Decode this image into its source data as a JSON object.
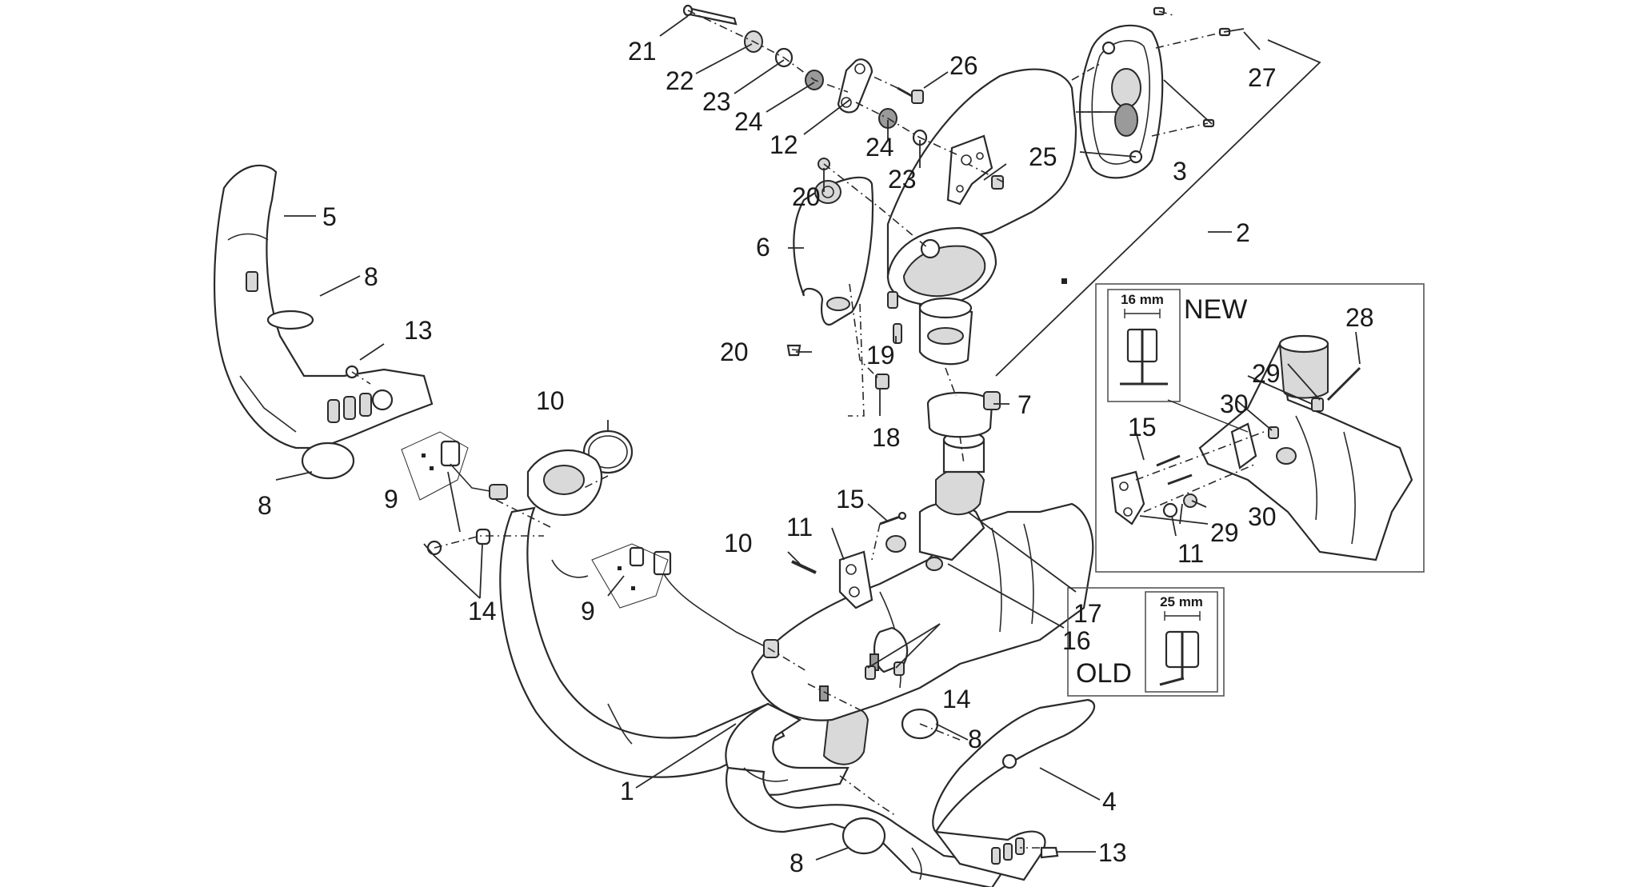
{
  "callouts": {
    "c1": "1",
    "c2": "2",
    "c3": "3",
    "c4": "4",
    "c5": "5",
    "c6": "6",
    "c7": "7",
    "c8a": "8",
    "c8b": "8",
    "c8c": "8",
    "c8d": "8",
    "c9a": "9",
    "c9b": "9",
    "c10a": "10",
    "c10b": "10",
    "c11a": "11",
    "c11b": "11",
    "c12": "12",
    "c13a": "13",
    "c13b": "13",
    "c14a": "14",
    "c14b": "14",
    "c15a": "15",
    "c15b": "15",
    "c16": "16",
    "c17": "17",
    "c18": "18",
    "c19": "19",
    "c20a": "20",
    "c20b": "20",
    "c21": "21",
    "c22": "22",
    "c23a": "23",
    "c23b": "23",
    "c24a": "24",
    "c24b": "24",
    "c25": "25",
    "c26": "26",
    "c27": "27",
    "c28": "28",
    "c29a": "29",
    "c29b": "29",
    "c30a": "30",
    "c30b": "30"
  },
  "inset_new": {
    "label": "NEW",
    "dimension": "16 mm"
  },
  "inset_old": {
    "label": "OLD",
    "dimension": "25 mm"
  }
}
